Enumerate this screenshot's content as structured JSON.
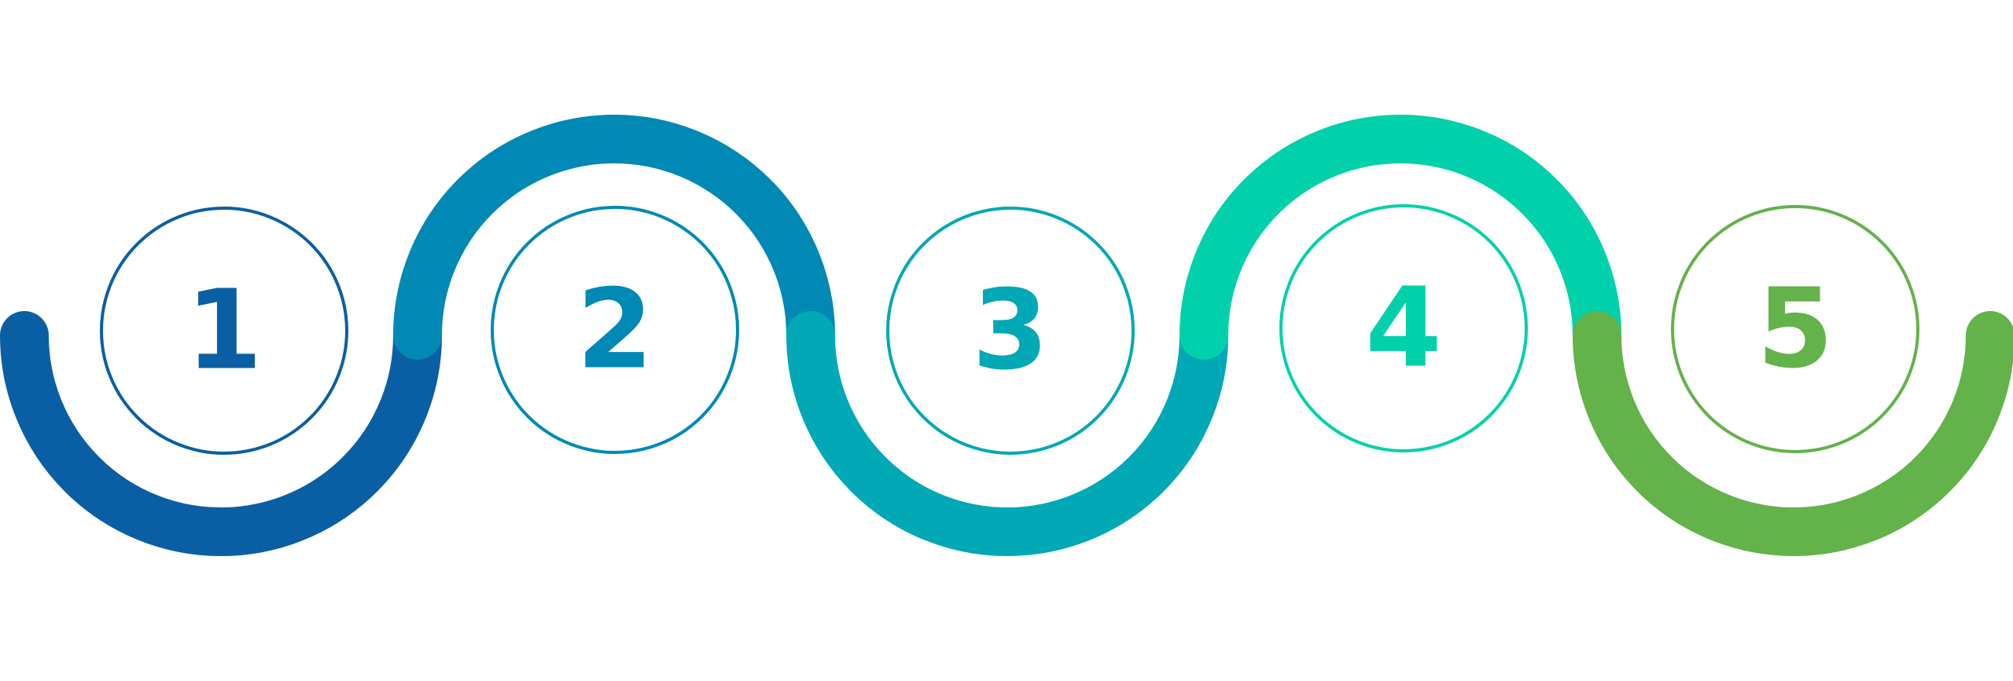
{
  "steps": [
    {
      "number": "1",
      "color": "#0A5FA4"
    },
    {
      "number": "2",
      "color": "#0189B6"
    },
    {
      "number": "3",
      "color": "#01A8B5"
    },
    {
      "number": "4",
      "color": "#01D1AA"
    },
    {
      "number": "5",
      "color": "#63B24A"
    }
  ]
}
